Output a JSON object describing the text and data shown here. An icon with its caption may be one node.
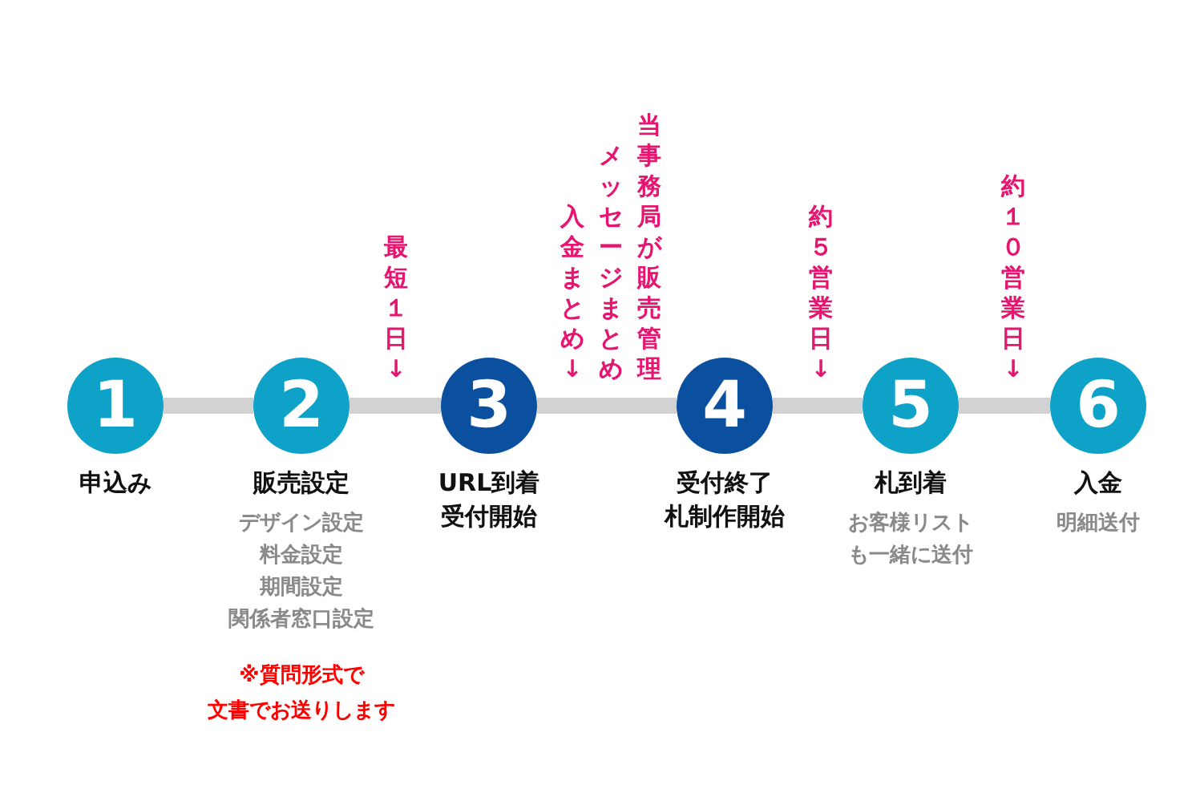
{
  "diagram": {
    "nodes": [
      {
        "text": [
          "1",
          "申込み"
        ]
      },
      {
        "text": [
          "2",
          "販売設定"
        ],
        "beside": [
          "デザイン設定",
          "料金設定",
          "期間設定",
          "関係者窓口設定",
          "※質問形式で",
          "文書でお送りします"
        ]
      },
      {
        "text": [
          "3",
          "URL到着",
          "受付開始"
        ]
      },
      {
        "text": [
          "4",
          "受付終了",
          "札制作開始"
        ]
      },
      {
        "text": [
          "5",
          "札到着"
        ],
        "beside": [
          "お客様リストも一緒に送付"
        ]
      },
      {
        "text": [
          "6",
          "入金"
        ],
        "beside": [
          "明細送付"
        ]
      }
    ],
    "edges": [
      {
        "from": 0,
        "to": 1,
        "arrow": "none"
      },
      {
        "from": 1,
        "to": 2,
        "arrow": "none"
      },
      {
        "from": 2,
        "to": 3,
        "arrow": "none"
      },
      {
        "from": 3,
        "to": 4,
        "arrow": "none"
      },
      {
        "from": 4,
        "to": 5,
        "arrow": "none"
      }
    ],
    "labels": [
      "最短１日↓",
      "当事務局が販売管理",
      "メッセージまとめ",
      "入金まとめ↓",
      "約５営業日↓",
      "約１０営業日↓"
    ]
  }
}
